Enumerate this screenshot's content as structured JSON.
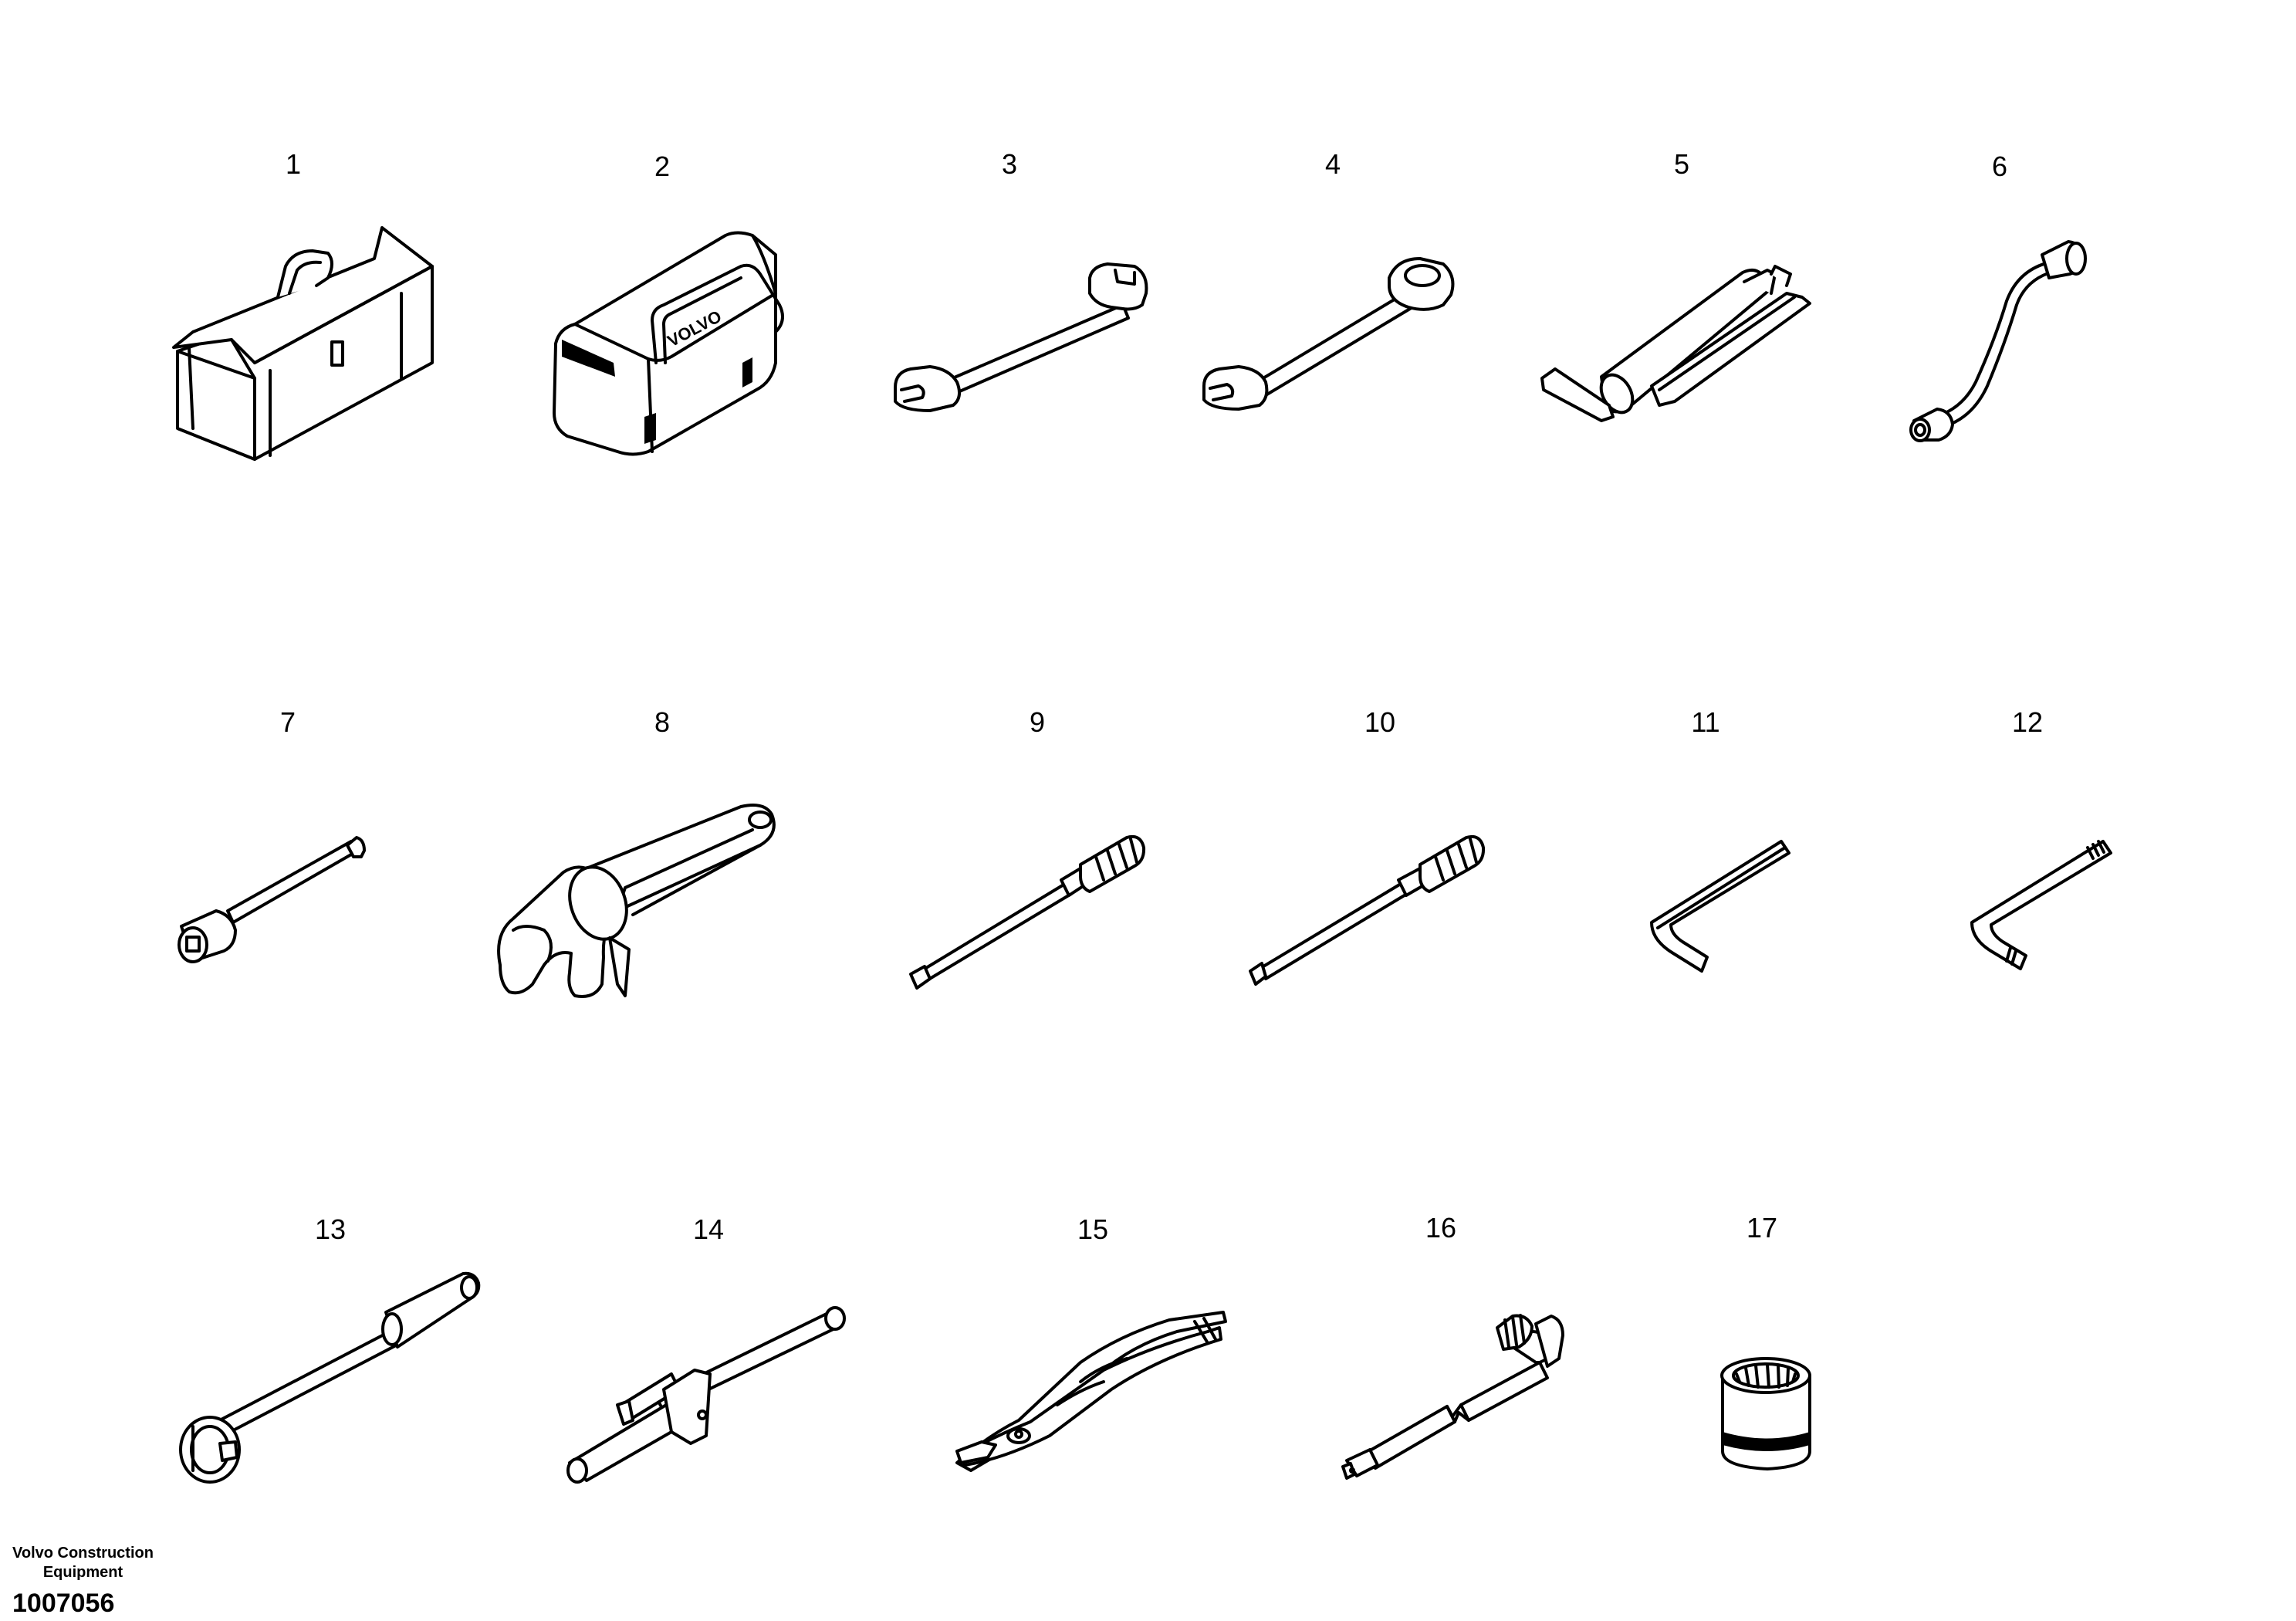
{
  "items": [
    {
      "label": "1"
    },
    {
      "label": "2"
    },
    {
      "label": "3"
    },
    {
      "label": "4"
    },
    {
      "label": "5"
    },
    {
      "label": "6"
    },
    {
      "label": "7"
    },
    {
      "label": "8"
    },
    {
      "label": "9"
    },
    {
      "label": "10"
    },
    {
      "label": "11"
    },
    {
      "label": "12"
    },
    {
      "label": "13"
    },
    {
      "label": "14"
    },
    {
      "label": "15"
    },
    {
      "label": "16"
    },
    {
      "label": "17"
    }
  ],
  "bag_brand": "VOLVO",
  "footer": {
    "company_line1": "Volvo Construction",
    "company_line2": "Equipment",
    "drawing_number": "1007056"
  }
}
